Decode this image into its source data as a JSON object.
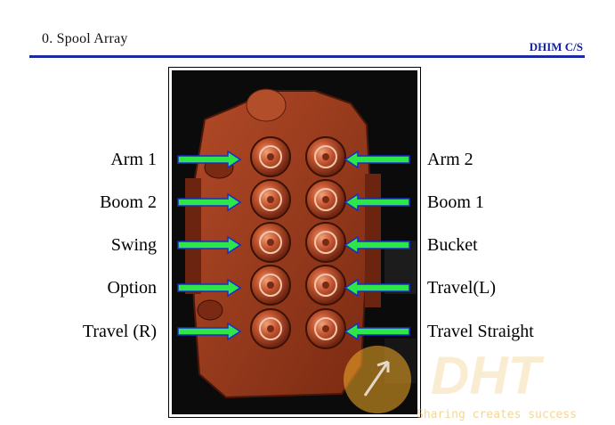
{
  "slide": {
    "title": "0. Spool Array",
    "brand": "DHIM C/S"
  },
  "labels_left": [
    "Arm 1",
    "Boom 2",
    "Swing",
    "Option",
    "Travel (R)"
  ],
  "labels_right": [
    "Arm 2",
    "Boom 1",
    "Bucket",
    "Travel(L)",
    "Travel Straight"
  ],
  "watermark": {
    "logo_text": "DHT",
    "tagline": "Sharing creates success"
  },
  "colors": {
    "rule": "#1b2aa3",
    "brand_text": "#16229a",
    "arrow_fill": "#2ee64a",
    "arrow_outline": "#1a2ccc",
    "valve_body": "#9c3a1e"
  }
}
